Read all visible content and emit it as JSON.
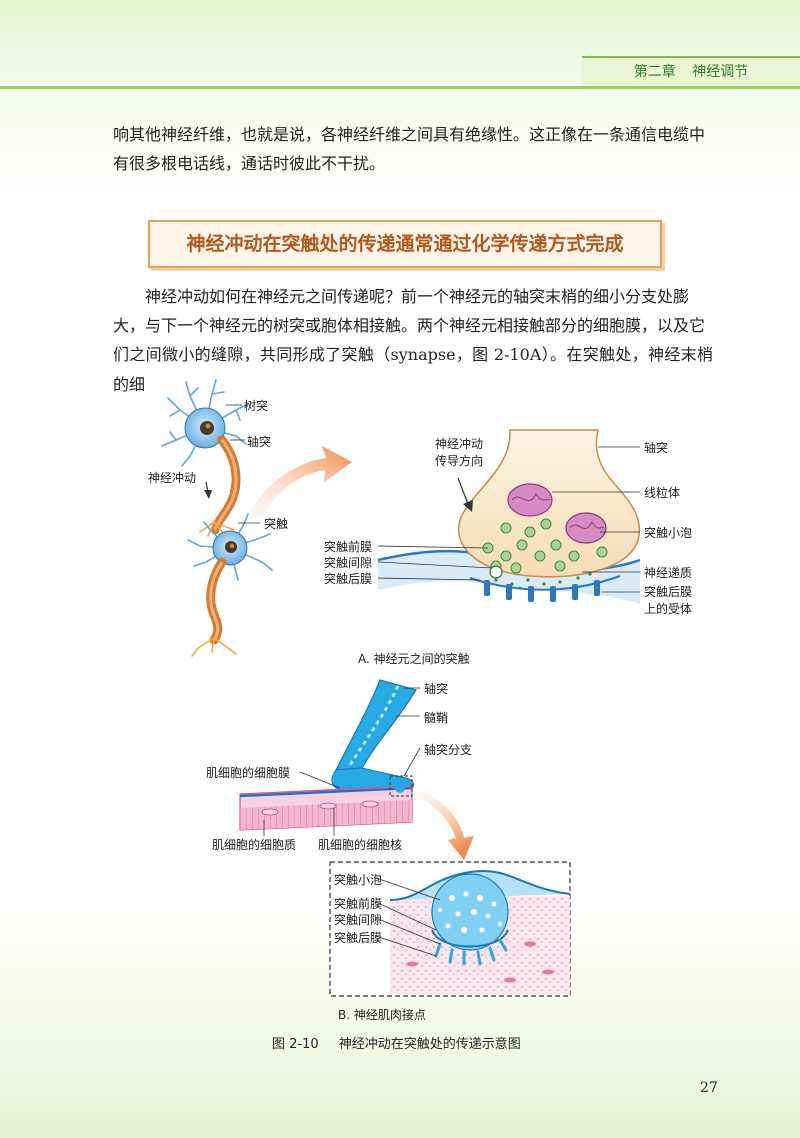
{
  "header": {
    "chapter": "第二章",
    "section": "神经调节"
  },
  "paragraphs": {
    "p1_line1": "响其他神经纤维，也就是说，各神经纤维之间具有绝缘性。这正像在一条通信电缆中",
    "p1_line2": "有很多根电话线，通话时彼此不干扰。",
    "p2_line1": "神经冲动如何在神经元之间传递呢？前一个神经元的轴突末梢的细小分支处膨",
    "p2_line2": "大，与下一个神经元的树突或胞体相接触。两个神经元相接触部分的细胞膜，以及它",
    "p2_line3": "们之间微小的缝隙，共同形成了突触（synapse，图 2-10A）。在突触处，神经末梢的细"
  },
  "section_title": "神经冲动在突触处的传递通常通过化学传递方式完成",
  "figure_a": {
    "labels": {
      "dendrite": "树突",
      "axon": "轴突",
      "impulse": "神经冲动",
      "synapse": "突触",
      "direction_line1": "神经冲动",
      "direction_line2": "传导方向",
      "axon_right": "轴突",
      "mitochondria": "线粒体",
      "vesicle": "突触小泡",
      "presynaptic": "突触前膜",
      "cleft": "突触间隙",
      "postsynaptic": "突触后膜",
      "transmitter": "神经递质",
      "receptor_line1": "突触后膜",
      "receptor_line2": "上的受体"
    },
    "caption": "A.  神经元之间的突触"
  },
  "figure_b": {
    "labels": {
      "axon": "轴突",
      "myelin": "髓鞘",
      "axon_branch": "轴突分支",
      "muscle_membrane": "肌细胞的细胞膜",
      "muscle_cytoplasm": "肌细胞的细胞质",
      "muscle_nucleus": "肌细胞的细胞核",
      "vesicle": "突触小泡",
      "presynaptic": "突触前膜",
      "cleft": "突触间隙",
      "postsynaptic": "突触后膜"
    },
    "caption": "B.  神经肌肉接点"
  },
  "figure_caption": {
    "number": "图 2-10",
    "text": "神经冲动在突触处的传递示意图"
  },
  "page_number": "27",
  "colors": {
    "accent_green": "#7fbe45",
    "title_orange": "#b3571c",
    "axon_orange": "#d9782f",
    "membrane_blue": "#1e88c8",
    "neuron_blue": "#5fa8e0"
  }
}
